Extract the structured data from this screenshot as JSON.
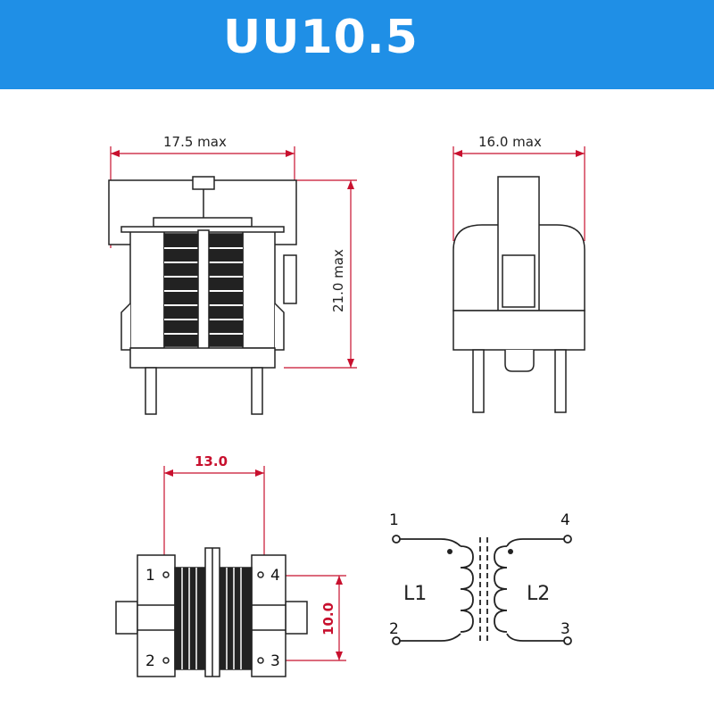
{
  "header": {
    "title": "UU10.5"
  },
  "front_view": {
    "width_label": "17.5 max",
    "height_label": "21.0 max"
  },
  "side_view": {
    "width_label": "16.0 max"
  },
  "bottom_view": {
    "pin_spacing_label": "13.0",
    "row_spacing_label": "10.0",
    "pins": [
      "1",
      "2",
      "4",
      "3"
    ]
  },
  "schematic": {
    "pins": [
      "1",
      "2",
      "4",
      "3"
    ],
    "coils": [
      "L1",
      "L2"
    ]
  },
  "colors": {
    "banner": "#1f8fe6",
    "dimension_red": "#c8102e",
    "line": "#222222"
  }
}
